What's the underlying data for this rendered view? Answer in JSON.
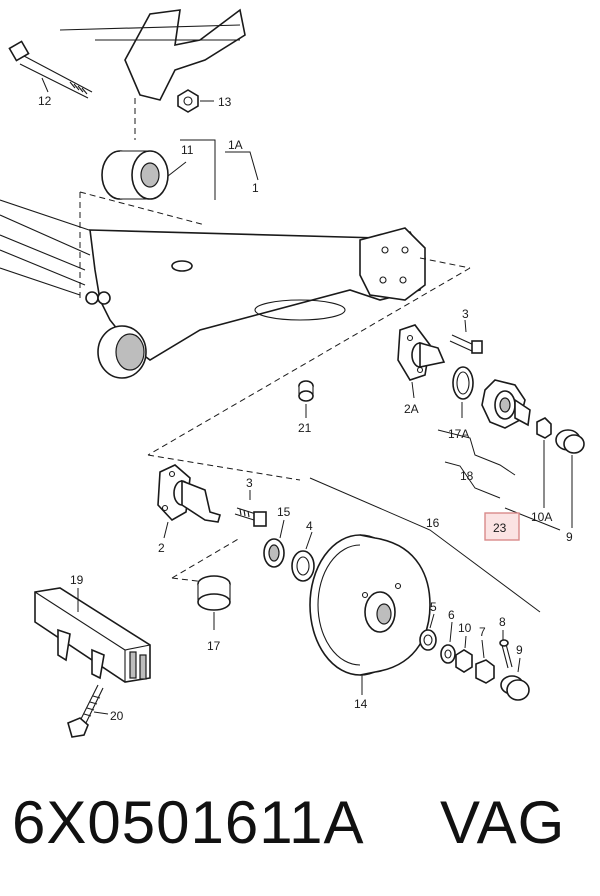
{
  "labels": {
    "l12": "12",
    "l13": "13",
    "l11": "11",
    "l1A": "1A",
    "l1": "1",
    "l3a": "3",
    "l2A": "2A",
    "l21": "21",
    "l17A": "17A",
    "l18": "18",
    "l10A": "10A",
    "l9a": "9",
    "l23": "23",
    "l3b": "3",
    "l15": "15",
    "l4": "4",
    "l16": "16",
    "l2": "2",
    "l19": "19",
    "l17": "17",
    "l5": "5",
    "l6": "6",
    "l10": "10",
    "l7": "7",
    "l8": "8",
    "l9b": "9",
    "l14": "14",
    "l20": "20"
  },
  "footer": {
    "part_number": "6X0501611A",
    "brand": "VAG"
  },
  "colors": {
    "highlight_fill": "#fbe3e3",
    "highlight_stroke": "#d98a8a",
    "ink": "#1a1a1a"
  }
}
